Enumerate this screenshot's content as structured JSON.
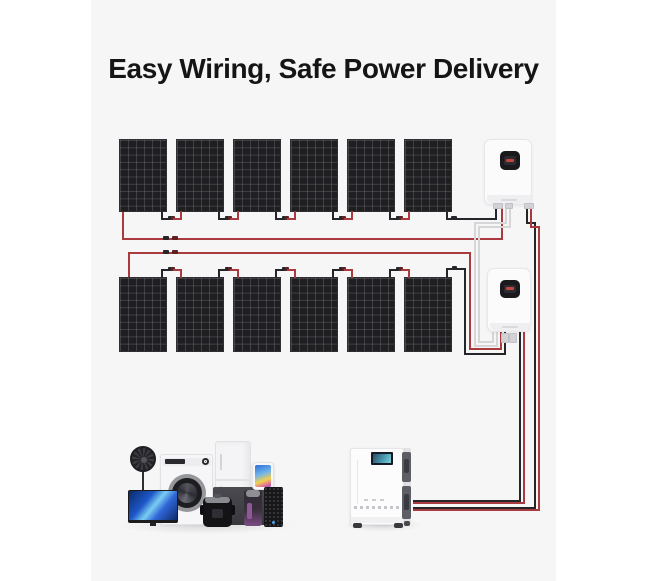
{
  "title": {
    "text": "Easy Wiring, Safe Power Delivery"
  },
  "theme": {
    "page_bg": "#ffffff",
    "card_bg": "#f6f6f7",
    "title_color": "#151515",
    "wire_positive": "#a93a3e",
    "wire_negative": "#26262a",
    "wire_comm": "#d6d6d8",
    "panel_color": "#1f1f22",
    "panel_grid": "#37373c"
  },
  "solar_array": {
    "rows": 2,
    "panels_per_row": 6
  },
  "components": {
    "inverter_count": 2,
    "battery_count": 1,
    "appliances": [
      "pedestal-fan",
      "television",
      "washing-machine",
      "refrigerator",
      "smartphone",
      "media-console",
      "pressure-cooker",
      "coffee-grinder",
      "speaker"
    ]
  }
}
